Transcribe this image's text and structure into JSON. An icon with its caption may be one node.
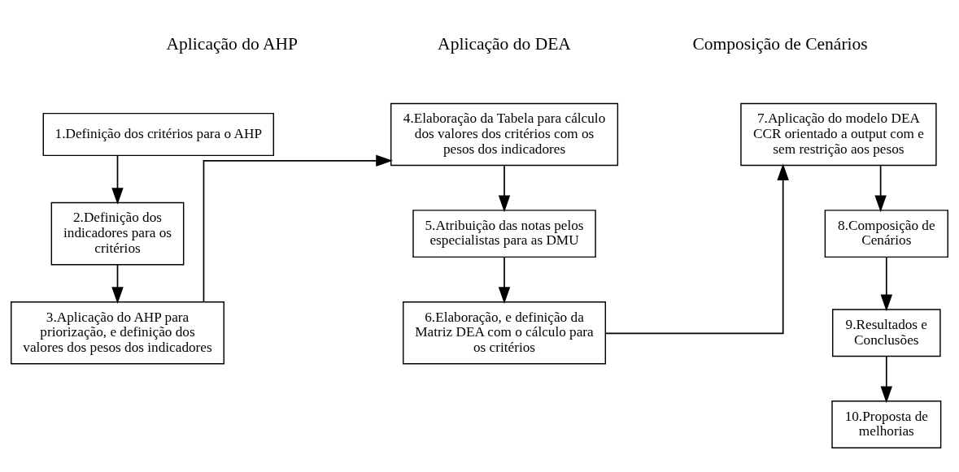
{
  "diagram": {
    "nodes": [
      {
        "text": [
          "1.Definição dos critérios para o AHP"
        ]
      },
      {
        "text": [
          "2.Definição dos indicadores para os critérios"
        ]
      },
      {
        "text": [
          "3.Aplicação do AHP para priorização, e definição dos valores dos pesos dos indicadores"
        ]
      },
      {
        "text": [
          "4.Elaboração da Tabela para cálculo dos valores dos critérios com os pesos dos indicadores"
        ]
      },
      {
        "text": [
          "5.Atribuição das notas pelos especialistas para as DMU"
        ]
      },
      {
        "text": [
          "6.Elaboração, e definição da Matriz DEA com o cálculo para os critérios"
        ]
      },
      {
        "text": [
          "7.Aplicação do modelo DEA CCR orientado a output com e sem restrição aos pesos"
        ]
      },
      {
        "text": [
          "8.Composição de Cenários"
        ]
      },
      {
        "text": [
          "9.Resultados e Conclusões"
        ]
      },
      {
        "text": [
          "10.Proposta de melhorias"
        ]
      }
    ],
    "edges": [
      {
        "from": 0,
        "to": 1,
        "arrow": "to"
      },
      {
        "from": 1,
        "to": 2,
        "arrow": "to"
      },
      {
        "from": 2,
        "to": 3,
        "arrow": "to"
      },
      {
        "from": 3,
        "to": 4,
        "arrow": "to"
      },
      {
        "from": 4,
        "to": 5,
        "arrow": "to"
      },
      {
        "from": 5,
        "to": 6,
        "arrow": "to"
      },
      {
        "from": 6,
        "to": 7,
        "arrow": "to"
      },
      {
        "from": 7,
        "to": 8,
        "arrow": "to"
      },
      {
        "from": 8,
        "to": 9,
        "arrow": "to"
      }
    ],
    "labels": [
      "Aplicação do AHP",
      "Aplicação do DEA",
      "Composição de Cenários"
    ]
  }
}
